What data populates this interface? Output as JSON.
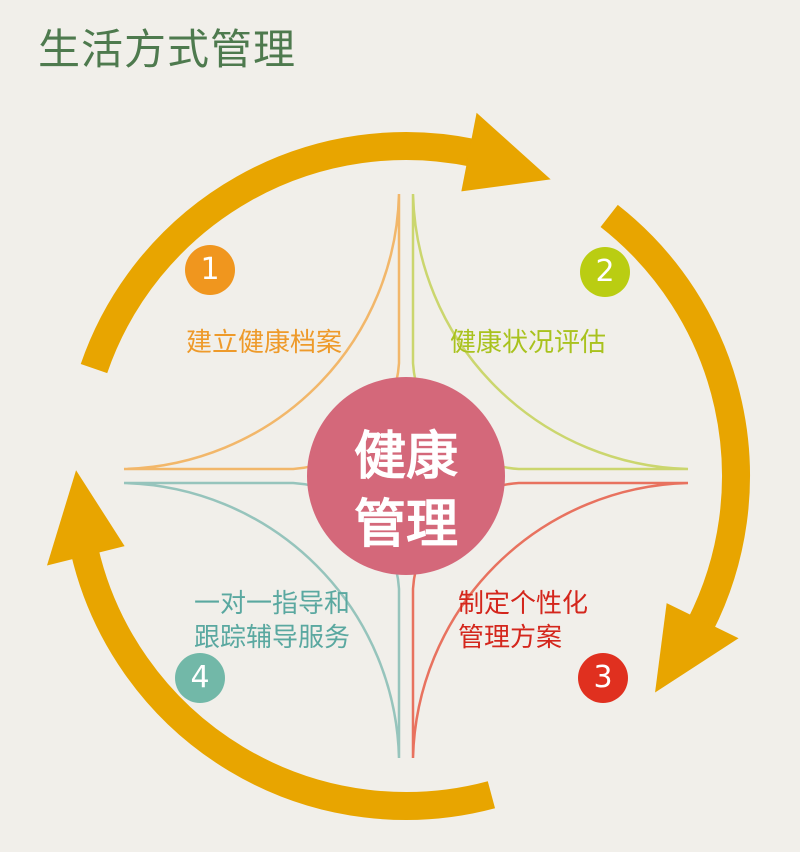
{
  "title": "生活方式管理",
  "center": {
    "line1": "健康",
    "line2": "管理",
    "color": "#D4687A"
  },
  "arrow_color": "#E8A500",
  "steps": [
    {
      "number": "1",
      "label": "建立健康档案",
      "text_color": "#EE9A2A",
      "stroke": "#F2B76A",
      "badge": "#F0961E"
    },
    {
      "number": "2",
      "label": "健康状况评估",
      "text_color": "#A9C21E",
      "stroke": "#CBD66E",
      "badge": "#BACD12"
    },
    {
      "number": "3",
      "label_line1": "制定个性化",
      "label_line2": "管理方案",
      "text_color": "#D4261C",
      "stroke": "#E8725F",
      "badge": "#E0301F"
    },
    {
      "number": "4",
      "label_line1": "一对一指导和",
      "label_line2": "跟踪辅导服务",
      "text_color": "#5AA8A0",
      "stroke": "#96C4BC",
      "badge": "#72B8A8"
    }
  ]
}
